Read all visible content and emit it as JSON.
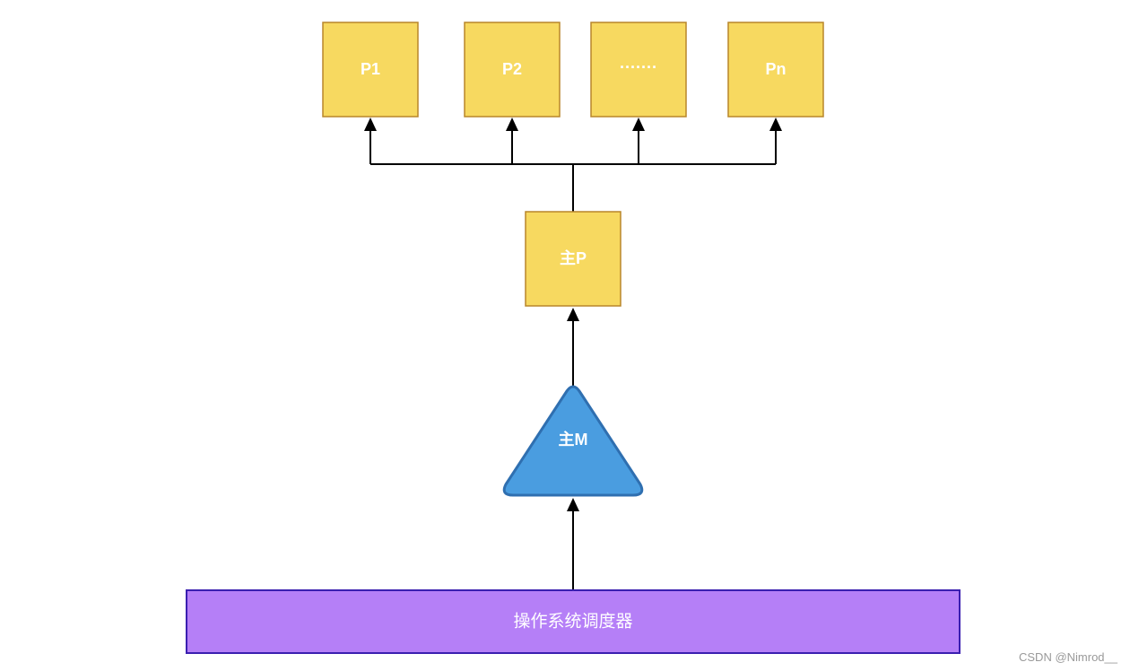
{
  "processors": [
    {
      "label": "P1"
    },
    {
      "label": "P2"
    },
    {
      "label": "·······"
    },
    {
      "label": "Pn"
    }
  ],
  "main_p": {
    "label": "主P"
  },
  "main_m": {
    "label": "主M"
  },
  "scheduler": {
    "label": "操作系统调度器"
  },
  "watermark": "CSDN @Nimrod__",
  "colors": {
    "processor_fill": "#f7d960",
    "processor_stroke": "#b8862a",
    "thread_fill": "#4a9de0",
    "thread_stroke": "#2f6fb0",
    "scheduler_fill": "#b57ff7",
    "scheduler_stroke": "#3a1fb0",
    "arrow": "#000000"
  }
}
